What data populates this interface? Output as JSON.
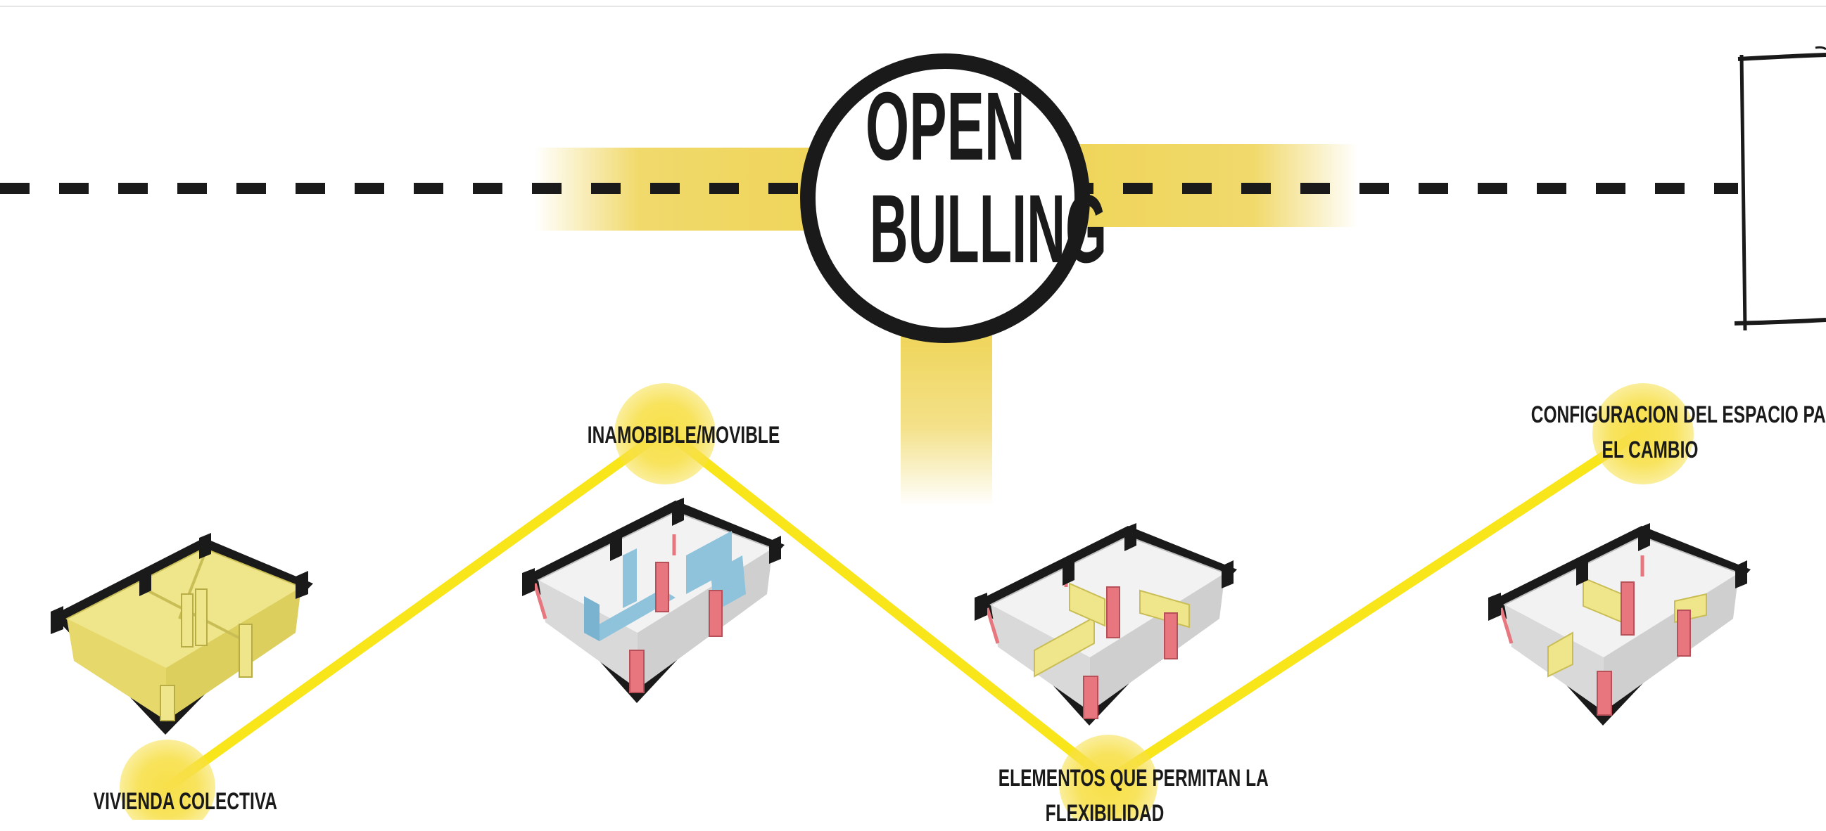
{
  "title": {
    "line1": "OPEN",
    "line2": "BULLING"
  },
  "labels": {
    "vivienda": "VIVIENDA COLECTIVA",
    "inamobible": "INAMOBIBLE/MOVIBLE",
    "elementos_line1": "ELEMENTOS  QUE  PERMITAN  LA",
    "elementos_line2": "FLEXIBILIDAD",
    "configuracion_line1": "CONFIGURACION DEL ESPACIO PARA",
    "configuracion_line2": "EL CAMBIO"
  },
  "colors": {
    "highlight_yellow": "#f7e04a",
    "line_yellow": "#f9e61a",
    "soft_yellow": "#eccd3b",
    "ink": "#1a1a1a",
    "wall_grey": "#d9d9d9",
    "movable_blue": "#8fc3dc",
    "column_red": "#e8767e",
    "fill_yellow": "#efe58a"
  }
}
